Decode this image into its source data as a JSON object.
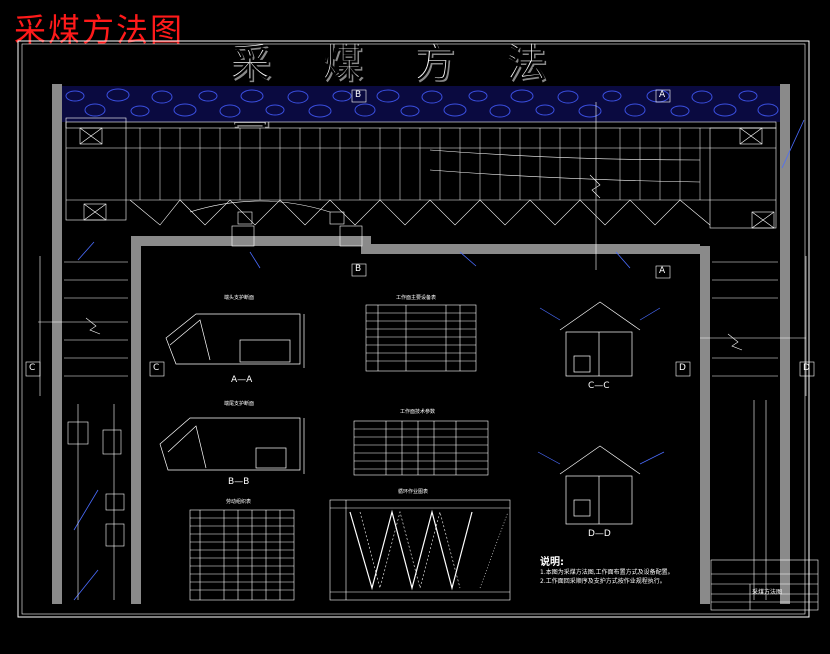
{
  "overlay_title": "采煤方法图",
  "main_title": "采煤方法图",
  "section_markers": {
    "b_top": "B",
    "a_top": "A",
    "b_bottom": "B",
    "a_bottom": "A",
    "c_left": "C",
    "c_right": "C",
    "d_left": "D",
    "d_right": "D"
  },
  "sections": {
    "aa_caption": "A—A",
    "bb_caption": "B—B",
    "cc_caption": "C—C",
    "dd_caption": "D—D",
    "aa_heading": "端头支护断面",
    "bb_heading": "端尾支护断面"
  },
  "tables": {
    "equipment_heading": "工作面主要设备表",
    "params_heading": "工作面技术参数",
    "left_table_heading": "劳动组织表",
    "cycle_heading": "循环作业图表"
  },
  "notes": {
    "heading": "说明:",
    "line1": "1.本图为采煤方法图,工作面布置方式及设备配置。",
    "line2": "2.工作面回采顺序及支护方式按作业规程执行。"
  },
  "title_block": {
    "name": "采煤方法图"
  },
  "colors": {
    "frame": "#ffffff",
    "wall": "#8a8a8a",
    "roof": "#2a3cc8",
    "overlay_title": "#ff1a1a"
  }
}
